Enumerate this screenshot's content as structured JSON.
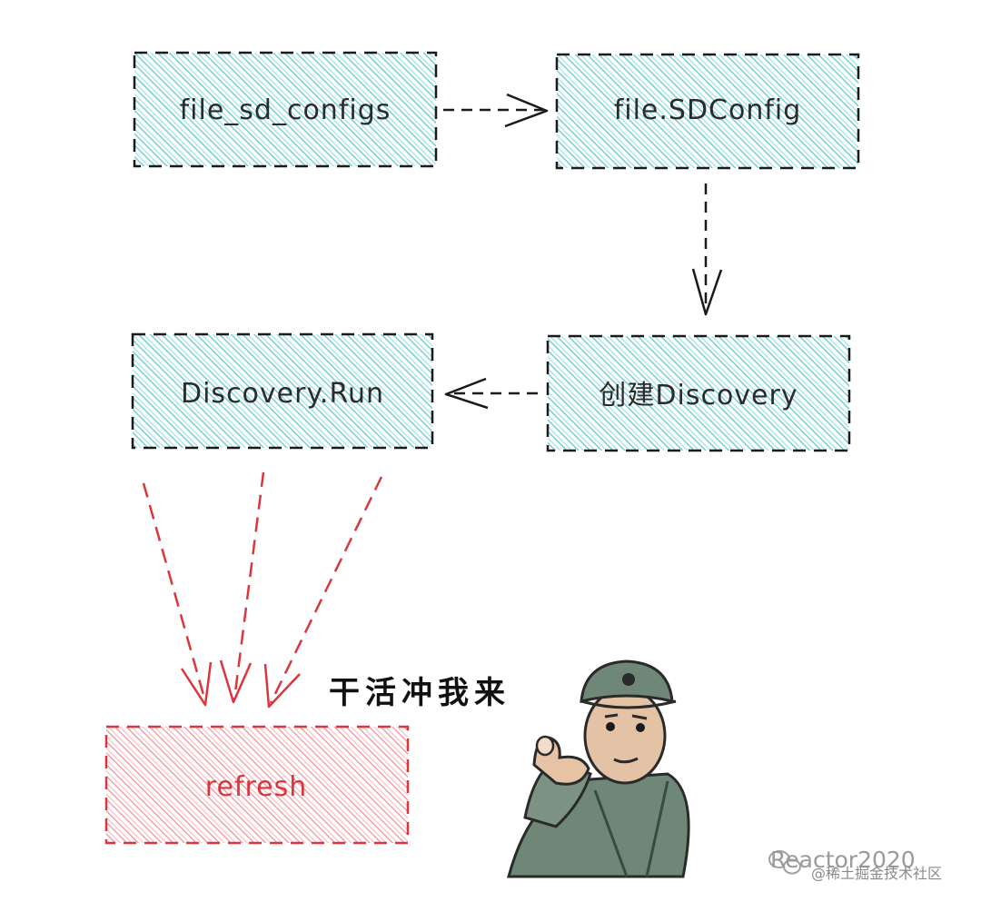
{
  "diagram": {
    "nodes": [
      {
        "id": "file_sd_configs",
        "label": "file_sd_configs",
        "color": "cyan"
      },
      {
        "id": "file_SDConfig",
        "label": "file.SDConfig",
        "color": "cyan"
      },
      {
        "id": "create_discovery",
        "label": "创建Discovery",
        "color": "cyan"
      },
      {
        "id": "discovery_run",
        "label": "Discovery.Run",
        "color": "cyan"
      },
      {
        "id": "refresh",
        "label": "refresh",
        "color": "red"
      }
    ],
    "edges": [
      {
        "from": "file_sd_configs",
        "to": "file_SDConfig"
      },
      {
        "from": "file_SDConfig",
        "to": "create_discovery"
      },
      {
        "from": "create_discovery",
        "to": "discovery_run"
      },
      {
        "from": "discovery_run",
        "to": "refresh"
      },
      {
        "from": "discovery_run",
        "to": "refresh"
      },
      {
        "from": "discovery_run",
        "to": "refresh"
      }
    ]
  },
  "caption": "干活冲我来",
  "watermark": {
    "text": "Reactor2020",
    "sub_text": "@稀土掘金技术社区",
    "icon": "wechat-icon"
  },
  "colors": {
    "cyan_fill": "#5fc9d3",
    "red_fill": "#f28b94",
    "black_line": "#1a1a1a",
    "red_line": "#d9363e"
  }
}
